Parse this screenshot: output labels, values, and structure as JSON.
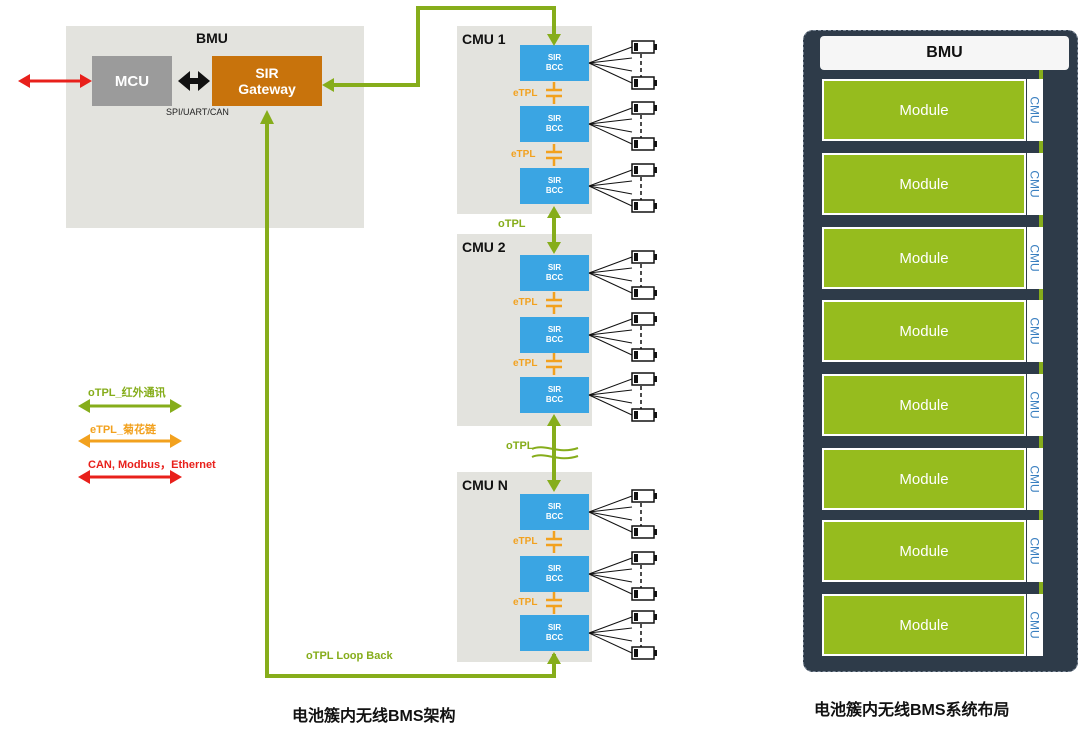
{
  "left": {
    "bmu_label": "BMU",
    "mcu_label": "MCU",
    "gateway_line1": "SIR",
    "gateway_line2": "Gateway",
    "interface_label": "SPI/UART/CAN",
    "cmus": [
      {
        "label": "CMU 1"
      },
      {
        "label": "CMU 2"
      },
      {
        "label": "CMU N"
      }
    ],
    "bcc_line1": "SIR",
    "bcc_line2": "BCC",
    "etpl_label": "eTPL",
    "otpl_label": "oTPL",
    "loopback_label": "oTPL Loop Back",
    "caption": "电池簇内无线BMS架构"
  },
  "legend": {
    "items": [
      {
        "label": "oTPL_红外通讯",
        "color": "#86ad1b"
      },
      {
        "label": "eTPL_菊花链",
        "color": "#f2a11e"
      },
      {
        "label": "CAN, Modbus，Ethernet",
        "color": "#e8201b"
      }
    ]
  },
  "right": {
    "bmu_label": "BMU",
    "module_label": "Module",
    "cmu_label": "CMU",
    "module_count": 8,
    "caption": "电池簇内无线BMS系统布局"
  },
  "colors": {
    "otpl": "#86ad1b",
    "etpl": "#f2a11e",
    "can": "#e8201b",
    "gateway": "#c8730c",
    "bcc": "#3aa5e3",
    "module": "#96bc1e",
    "rack": "#2e3b49"
  }
}
